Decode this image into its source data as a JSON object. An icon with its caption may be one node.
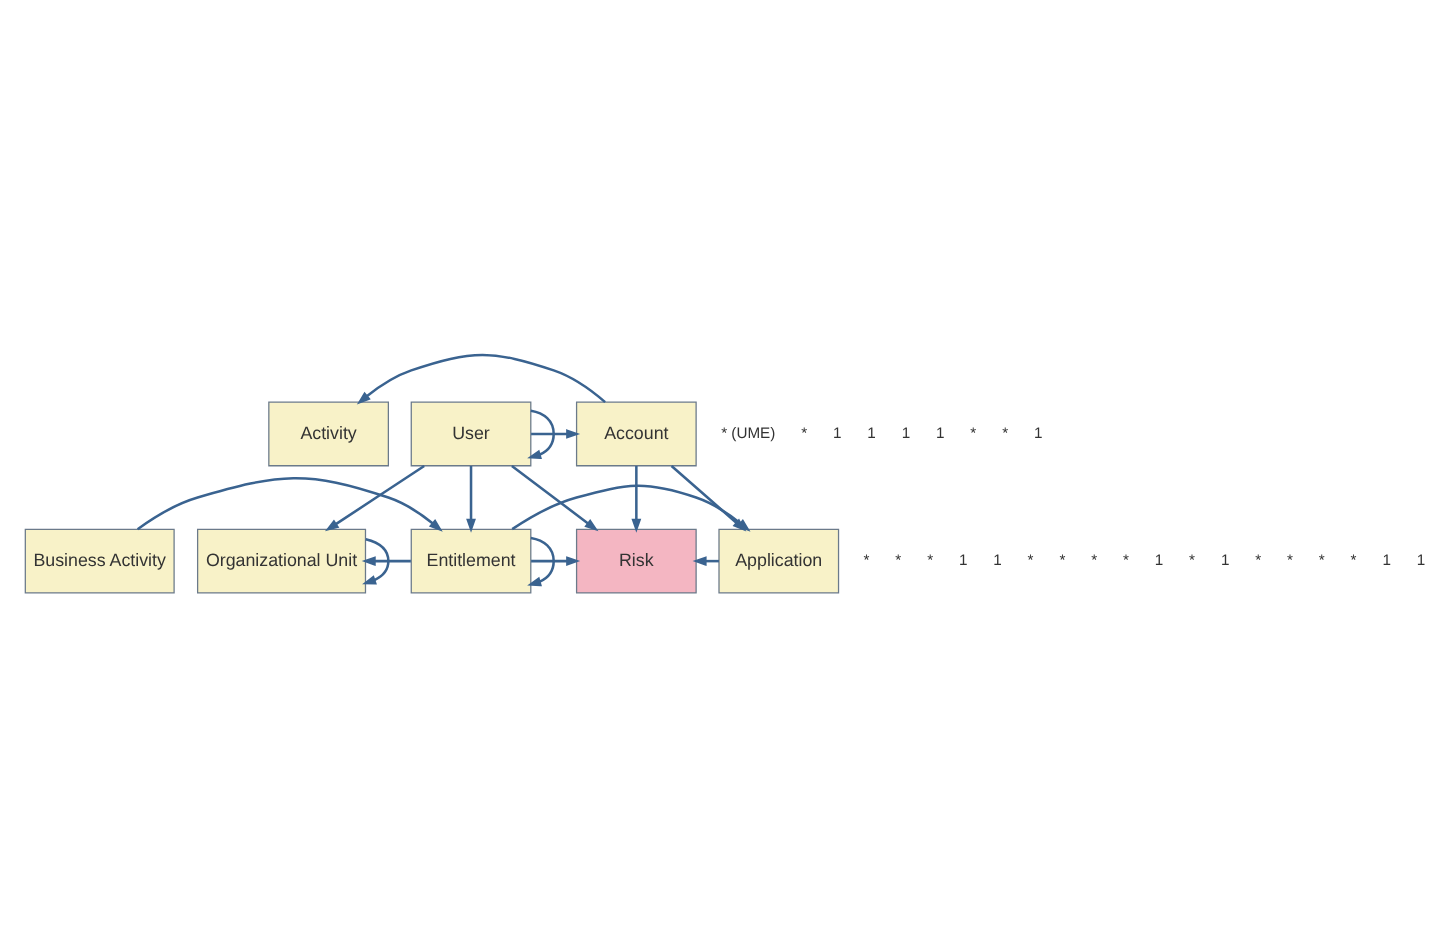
{
  "diagram": {
    "nodes": [
      {
        "text": [
          "Activity"
        ]
      },
      {
        "text": [
          "User"
        ]
      },
      {
        "text": [
          "Account"
        ]
      },
      {
        "text": [
          "Organizational Unit"
        ]
      },
      {
        "text": [
          "Risk"
        ]
      },
      {
        "text": [
          "Business Activity"
        ]
      },
      {
        "text": [
          "Entitlement"
        ]
      },
      {
        "text": [
          "Application"
        ]
      }
    ],
    "edges": [
      {
        "from": 1,
        "to": 1,
        "arrow": "to"
      },
      {
        "from": 1,
        "to": 2,
        "arrow": "to"
      },
      {
        "from": 1,
        "to": 3,
        "arrow": "to"
      },
      {
        "from": 1,
        "to": 6,
        "arrow": "to"
      },
      {
        "from": 1,
        "to": 4,
        "arrow": "to"
      },
      {
        "from": 3,
        "to": 3,
        "arrow": "to"
      },
      {
        "from": 6,
        "to": 3,
        "arrow": "to"
      },
      {
        "from": 5,
        "to": 6,
        "arrow": "to"
      },
      {
        "from": 6,
        "to": 6,
        "arrow": "to"
      },
      {
        "from": 6,
        "to": 4,
        "arrow": "to"
      },
      {
        "from": 6,
        "to": 7,
        "arrow": "to"
      },
      {
        "from": 2,
        "to": 0,
        "arrow": "to"
      },
      {
        "from": 2,
        "to": 4,
        "arrow": "to"
      },
      {
        "from": 2,
        "to": 7,
        "arrow": "to"
      },
      {
        "from": 7,
        "to": 4,
        "arrow": "to"
      }
    ],
    "labels": [
      "* (UME)",
      "*",
      "1",
      "1",
      "1",
      "1",
      "*",
      "*",
      "1",
      "*",
      "*",
      "*",
      "1",
      "1",
      "*",
      "*",
      "*",
      "*",
      "1",
      "*",
      "1",
      "*",
      "*",
      "*",
      "*",
      "1",
      "1"
    ]
  }
}
